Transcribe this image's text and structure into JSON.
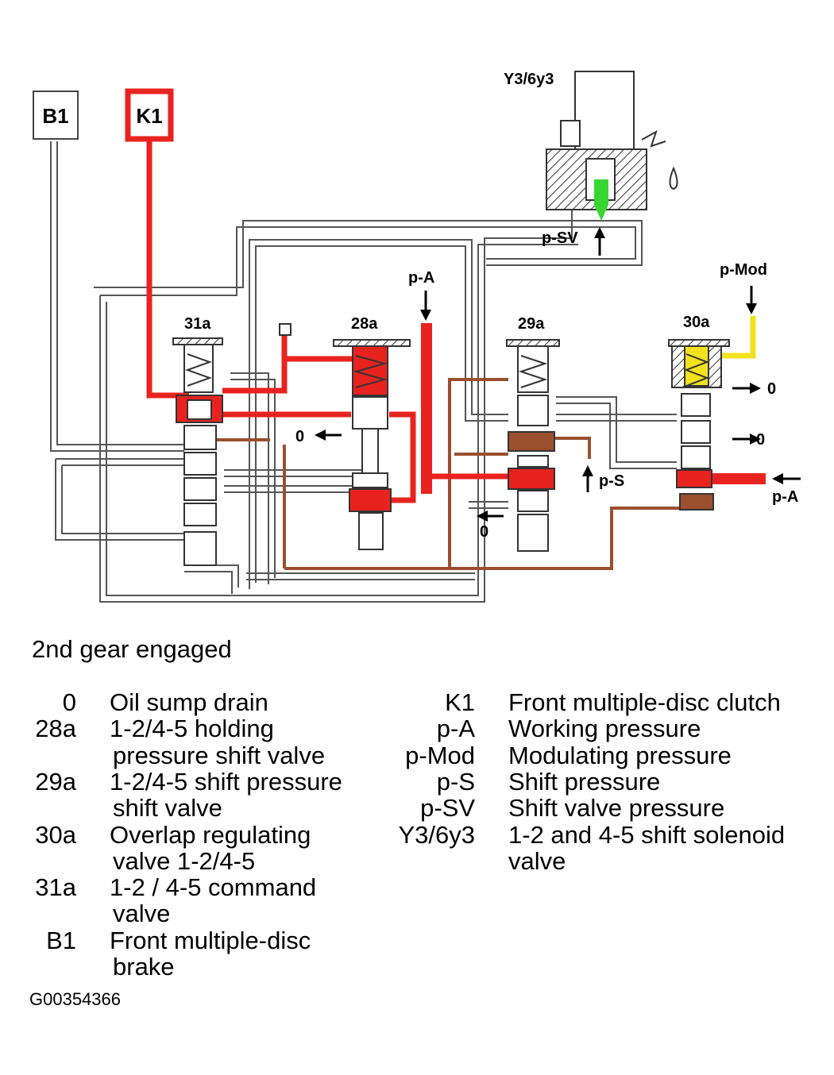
{
  "diagram": {
    "boxes": {
      "b1": "B1",
      "k1": "K1"
    },
    "valve_labels": {
      "v31a": "31a",
      "v28a": "28a",
      "v29a": "29a",
      "v30a": "30a"
    },
    "solenoid_label": "Y3/6y3",
    "pressure_labels": {
      "p_sv": "p-SV",
      "p_a_top": "p-A",
      "p_mod": "p-Mod",
      "p_s": "p-S",
      "p_a_right": "p-A"
    },
    "drain_labels": [
      "0",
      "0",
      "0",
      "0"
    ],
    "colors": {
      "k1_pressure": "#e8231f",
      "shift_pressure": "#9a4f2e",
      "modulating_pressure": "#f2e21e",
      "shift_valve_pressure": "#39d631",
      "lines": "#555555"
    }
  },
  "caption": "2nd gear engaged",
  "legend_left": [
    {
      "code": "0",
      "lines": [
        "Oil sump drain"
      ]
    },
    {
      "code": "28a",
      "lines": [
        "1-2/4-5 holding",
        "pressure shift valve"
      ]
    },
    {
      "code": "29a",
      "lines": [
        "1-2/4-5 shift pressure",
        "shift valve"
      ]
    },
    {
      "code": "30a",
      "lines": [
        "Overlap regulating",
        "valve 1-2/4-5"
      ]
    },
    {
      "code": "31a",
      "lines": [
        "1-2 / 4-5 command",
        "valve"
      ]
    },
    {
      "code": "B1",
      "lines": [
        "Front multiple-disc",
        "brake"
      ]
    }
  ],
  "legend_right": [
    {
      "code": "K1",
      "lines": [
        "Front multiple-disc clutch"
      ]
    },
    {
      "code": "p-A",
      "lines": [
        "Working pressure"
      ]
    },
    {
      "code": "p-Mod",
      "lines": [
        "Modulating pressure"
      ]
    },
    {
      "code": "p-S",
      "lines": [
        "Shift pressure"
      ]
    },
    {
      "code": "p-SV",
      "lines": [
        "Shift valve pressure"
      ]
    },
    {
      "code": "Y3/6y3",
      "lines": [
        "1-2 and 4-5 shift solenoid",
        "valve"
      ]
    }
  ],
  "figure_id": "G00354366"
}
